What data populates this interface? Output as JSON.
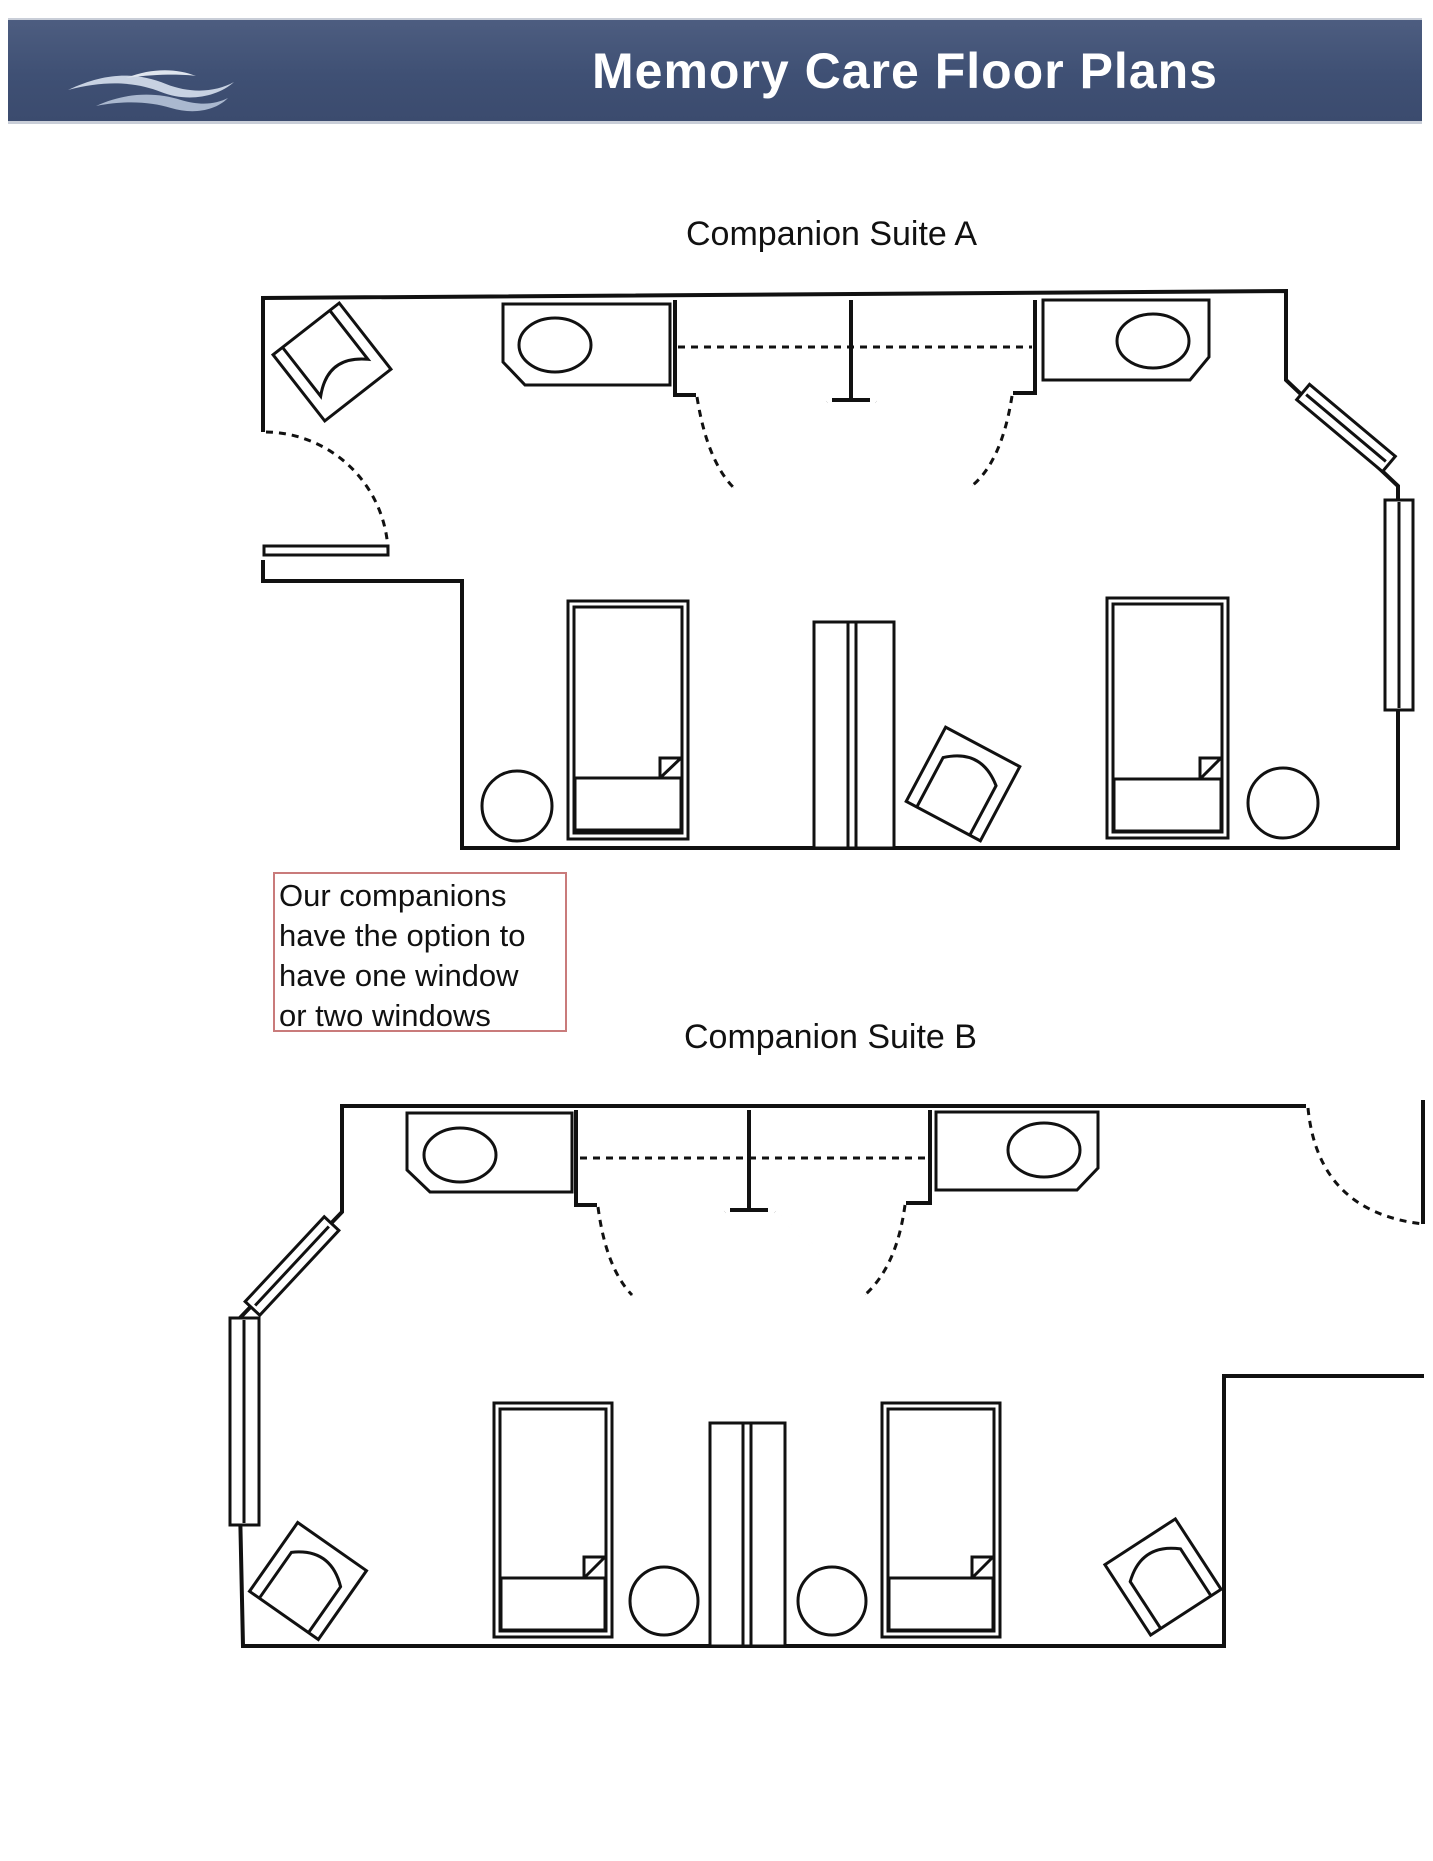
{
  "header": {
    "title": "Memory Care Floor Plans",
    "logo_icon": "wave-logo-icon",
    "background_color": "#3f5074",
    "text_color": "#ffffff"
  },
  "suites": [
    {
      "title": "Companion Suite A"
    },
    {
      "title": "Companion Suite B"
    }
  ],
  "note": {
    "text": "Our companions\nhave the option to\nhave one window\nor two windows",
    "border_color": "#c97b7b"
  },
  "icons": {
    "bed": "bed-icon",
    "armchair": "armchair-icon",
    "sink": "sink-icon",
    "side_table": "round-table-icon",
    "wardrobe": "wardrobe-icon",
    "window": "window-icon",
    "door": "door-swing-icon"
  }
}
